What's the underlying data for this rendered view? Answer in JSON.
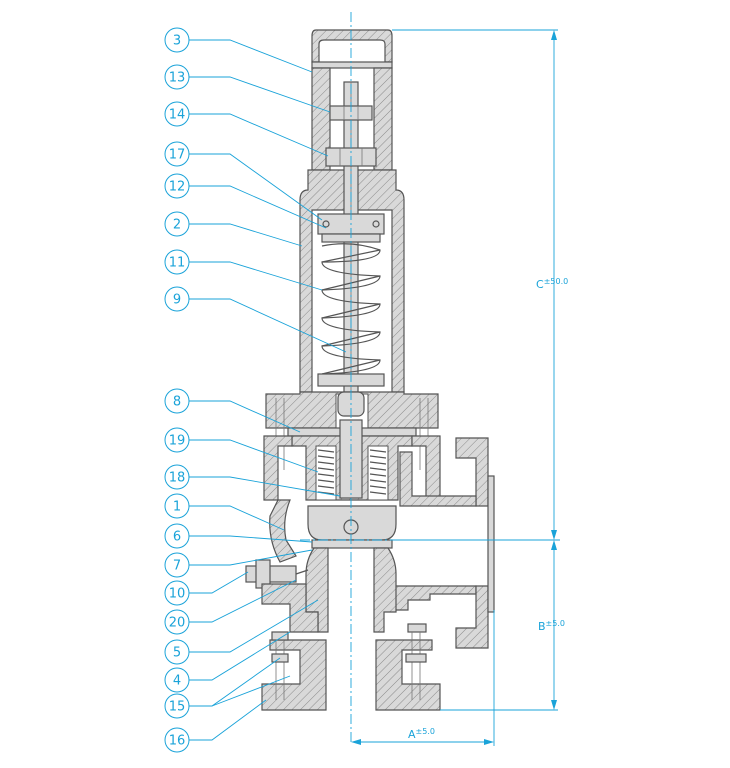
{
  "callouts": [
    "3",
    "13",
    "14",
    "17",
    "12",
    "2",
    "11",
    "9",
    "8",
    "19",
    "18",
    "1",
    "6",
    "7",
    "10",
    "20",
    "5",
    "4",
    "15",
    "16"
  ],
  "dimensions": {
    "c": {
      "letter": "C",
      "tol": "±50.0"
    },
    "b": {
      "letter": "B",
      "tol": "±5.0"
    },
    "a": {
      "letter": "A",
      "tol": "±5.0"
    }
  },
  "colors": {
    "accent": "#1aa3d9",
    "outline": "#555555",
    "fill": "#d9d9d9"
  }
}
